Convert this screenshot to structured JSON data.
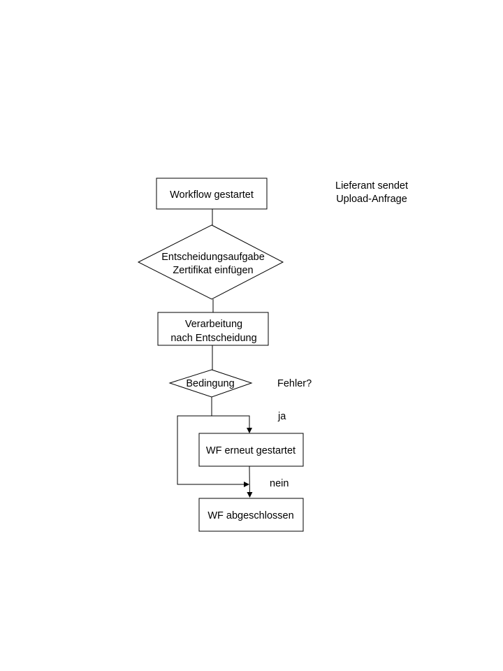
{
  "nodes": {
    "start": "Workflow gestartet",
    "decision_task": [
      "Entscheidungsaufgabe",
      "Zertifikat einfügen"
    ],
    "processing": [
      "Verarbeitung",
      "nach Entscheidung"
    ],
    "condition": "Bedingung",
    "restart": "WF erneut gestartet",
    "end": "WF abgeschlossen"
  },
  "annotations": {
    "trigger": [
      "Lieferant sendet",
      "Upload-Anfrage"
    ],
    "condition_question": "Fehler?",
    "yes_label": "ja",
    "no_label": "nein"
  }
}
